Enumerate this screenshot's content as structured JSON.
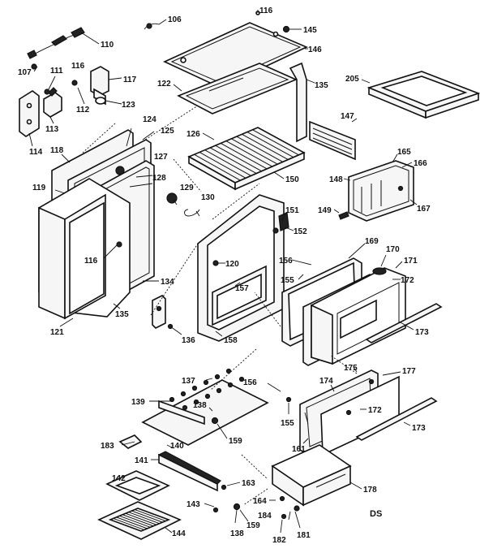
{
  "diagram": {
    "code": "DS",
    "labels": {
      "l106": "106",
      "l107": "107",
      "l110": "110",
      "l111": "111",
      "l112": "112",
      "l113": "113",
      "l114": "114",
      "l116a": "116",
      "l116b": "116",
      "l116c": "116",
      "l117": "117",
      "l118": "118",
      "l119": "119",
      "l120": "120",
      "l121": "121",
      "l122": "122",
      "l123": "123",
      "l124": "124",
      "l125": "125",
      "l126": "126",
      "l127": "127",
      "l128": "128",
      "l129": "129",
      "l130": "130",
      "l134": "134",
      "l135a": "135",
      "l135b": "135",
      "l136": "136",
      "l137": "137",
      "l138a": "138",
      "l138b": "138",
      "l139": "139",
      "l140": "140",
      "l141": "141",
      "l142": "142",
      "l143": "143",
      "l144": "144",
      "l145": "145",
      "l146": "146",
      "l147": "147",
      "l148": "148",
      "l149": "149",
      "l150": "150",
      "l151": "151",
      "l152": "152",
      "l155a": "155",
      "l155b": "155",
      "l156a": "156",
      "l156b": "156",
      "l157": "157",
      "l158": "158",
      "l159a": "159",
      "l159b": "159",
      "l161": "161",
      "l163": "163",
      "l164": "164",
      "l165": "165",
      "l166": "166",
      "l167": "167",
      "l169": "169",
      "l170": "170",
      "l171": "171",
      "l172a": "172",
      "l172b": "172",
      "l173a": "173",
      "l173b": "173",
      "l174": "174",
      "l175": "175",
      "l177": "177",
      "l178": "178",
      "l181": "181",
      "l182": "182",
      "l183": "183",
      "l184": "184",
      "l205": "205"
    }
  }
}
